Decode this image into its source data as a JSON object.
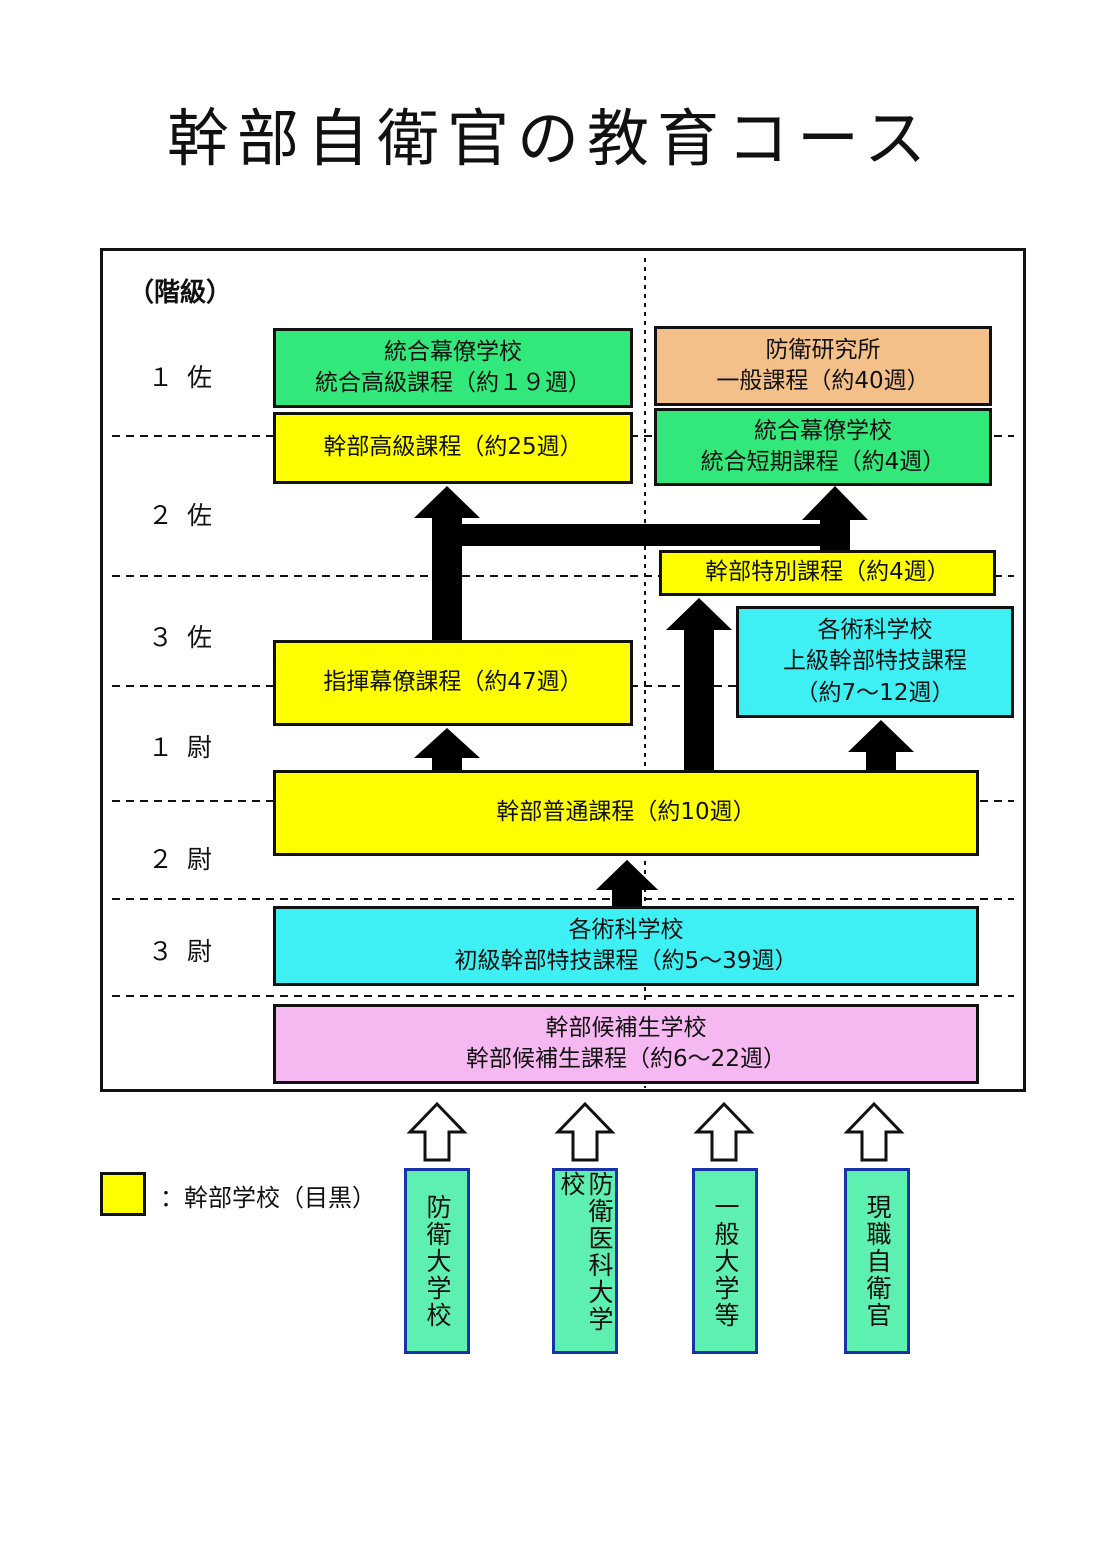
{
  "title": "幹部自衛官の教育コース",
  "rank_header": "（階級）",
  "ranks": [
    "１佐",
    "２佐",
    "３佐",
    "１尉",
    "２尉",
    "３尉"
  ],
  "courses": {
    "joint_senior": [
      "統合幕僚学校",
      "統合高級課程（約１９週）"
    ],
    "nids": [
      "防衛研究所",
      "一般課程（約40週）"
    ],
    "senior": [
      "幹部高級課程（約25週）"
    ],
    "joint_short": [
      "統合幕僚学校",
      "統合短期課程（約4週）"
    ],
    "special": [
      "幹部特別課程（約4週）"
    ],
    "advanced_tech": [
      "各術科学校",
      "上級幹部特技課程",
      "（約7～12週）"
    ],
    "command_staff": [
      "指揮幕僚課程（約47週）"
    ],
    "general": [
      "幹部普通課程（約10週）"
    ],
    "basic_tech": [
      "各術科学校",
      "初級幹部特技課程（約5～39週）"
    ],
    "candidate": [
      "幹部候補生学校",
      "幹部候補生課程（約6～22週）"
    ]
  },
  "entries": [
    "防衛大学校",
    "防衛医科大学校",
    "一般大学等",
    "現職自衛官"
  ],
  "legend": "：幹部学校（目黒）",
  "colors": {
    "school_main": "#ffff00",
    "joint": "#33e87a",
    "research": "#f4c08a",
    "branch": "#3ef0f4",
    "candidate": "#f6b8f0",
    "entry": "#5ef0b0"
  }
}
